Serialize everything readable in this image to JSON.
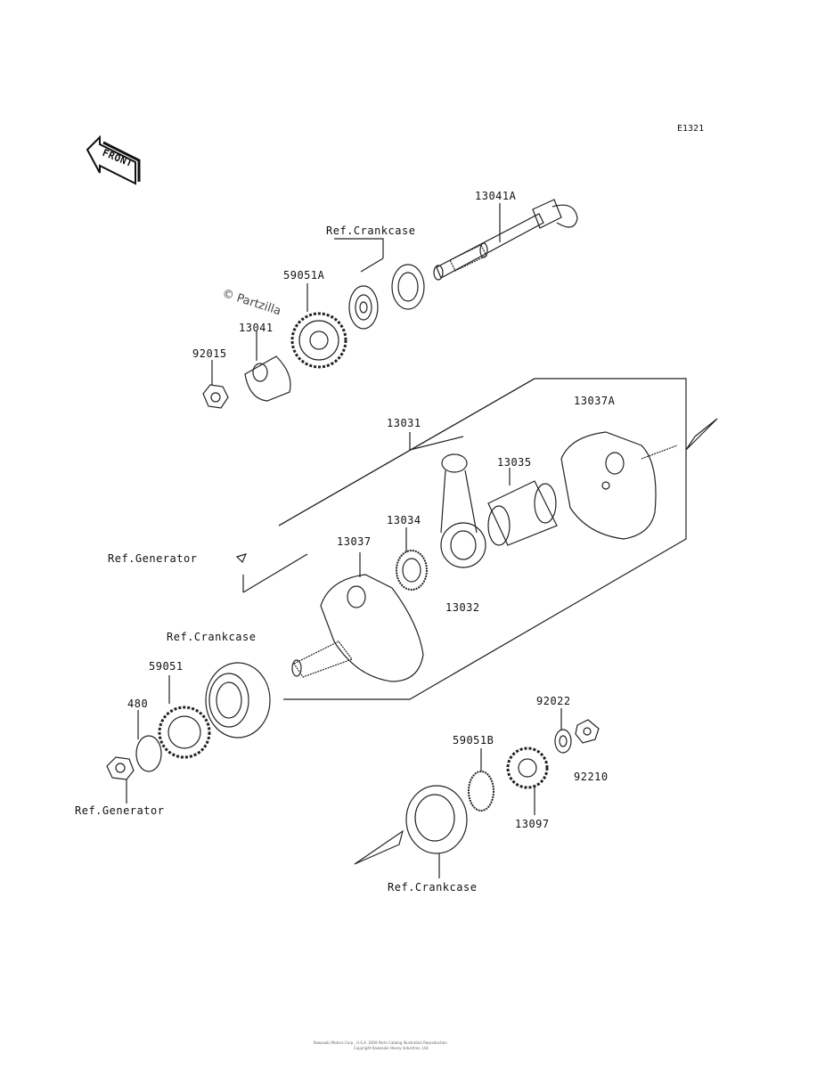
{
  "diagram_code": "E1321",
  "front_label": "FRONT",
  "watermark": "© Partzilla",
  "parts": {
    "p13041A": "13041A",
    "ref_crankcase_top": "Ref.Crankcase",
    "p59051A": "59051A",
    "p13041": "13041",
    "p92015": "92015",
    "p13037A": "13037A",
    "p13031": "13031",
    "p13035": "13035",
    "p13034": "13034",
    "p13037": "13037",
    "ref_generator_mid": "Ref.Generator",
    "p13032": "13032",
    "ref_crankcase_mid": "Ref.Crankcase",
    "p59051": "59051",
    "p480": "480",
    "ref_generator_bottom": "Ref.Generator",
    "p92022": "92022",
    "p59051B": "59051B",
    "p92210": "92210",
    "p13097": "13097",
    "ref_crankcase_bottom": "Ref.Crankcase"
  },
  "footer": {
    "line1": "Kawasaki Motors Corp., U.S.A. 2009 Parts Catalog Illustration Reproduction",
    "line2": "Copyright Kawasaki Heavy Industries, Ltd."
  }
}
